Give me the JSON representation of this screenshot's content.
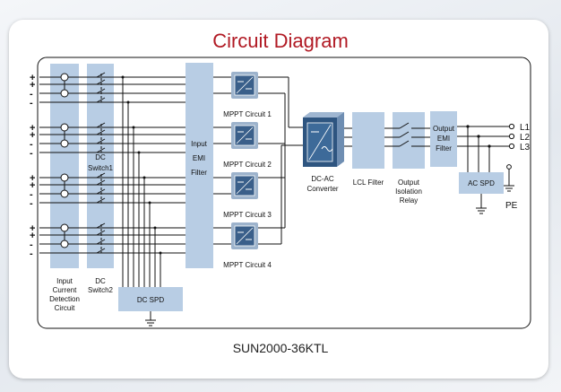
{
  "title": "Circuit Diagram",
  "model": "SUN2000-36KTL",
  "colors": {
    "title": "#b11a24",
    "block": "#b8cde4",
    "line": "#111111",
    "mppt_frame": "#9db3cc",
    "mppt_face": "#3a5f8a",
    "dcac_face": "#2e5580"
  },
  "inputs": {
    "plus": "+",
    "minus": "-"
  },
  "labels": {
    "input_current": [
      "Input",
      "Current",
      "Detection",
      "Circuit"
    ],
    "dc_switch1": [
      "DC",
      "Switch1"
    ],
    "dc_switch2": [
      "DC",
      "Switch2"
    ],
    "dc_spd": "DC SPD",
    "input_emi": [
      "Input",
      "EMI",
      "Filter"
    ],
    "mppt": [
      "MPPT Circuit 1",
      "MPPT Circuit 2",
      "MPPT Circuit 3",
      "MPPT Circuit 4"
    ],
    "dcac": [
      "DC-AC",
      "Converter"
    ],
    "lcl": "LCL Filter",
    "output_isolation": [
      "Output",
      "Isolation",
      "Relay"
    ],
    "output_emi": [
      "Output",
      "EMI",
      "Filter"
    ],
    "ac_spd": "AC SPD",
    "pe": "PE",
    "phases": [
      "L1",
      "L2",
      "L3"
    ]
  }
}
